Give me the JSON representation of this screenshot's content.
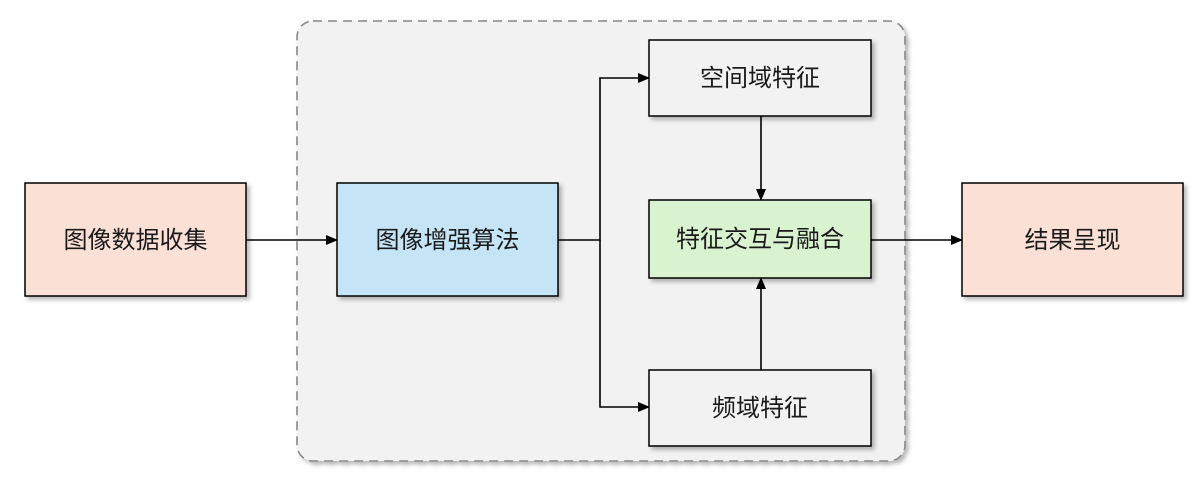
{
  "nodes": {
    "collect": {
      "label": "图像数据收集",
      "fill": "#fbe0d6"
    },
    "enhance": {
      "label": "图像增强算法",
      "fill": "#c5e4f5"
    },
    "spatial": {
      "label": "空间域特征",
      "fill": "#f2f2f2"
    },
    "fusion": {
      "label": "特征交互与融合",
      "fill": "#d9f2d0"
    },
    "frequency": {
      "label": "频域特征",
      "fill": "#f2f2f2"
    },
    "result": {
      "label": "结果呈现",
      "fill": "#fbe0d6"
    }
  },
  "group": {
    "fill": "#f2f2f2",
    "stroke": "#888888"
  },
  "edges": [
    {
      "from": "collect",
      "to": "enhance"
    },
    {
      "from": "enhance",
      "to": "spatial"
    },
    {
      "from": "enhance",
      "to": "frequency"
    },
    {
      "from": "spatial",
      "to": "fusion"
    },
    {
      "from": "frequency",
      "to": "fusion"
    },
    {
      "from": "fusion",
      "to": "result"
    }
  ]
}
